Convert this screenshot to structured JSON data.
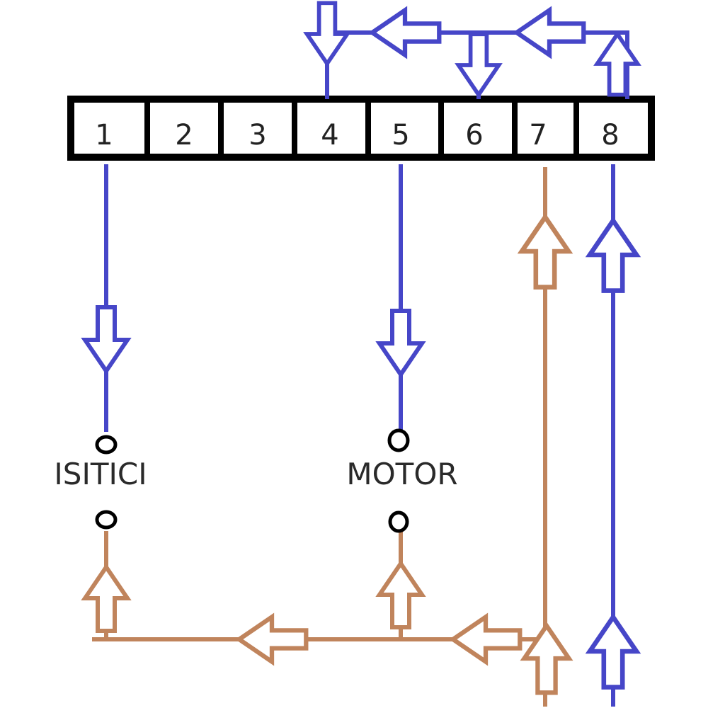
{
  "terminal_block": {
    "terminals": [
      "1",
      "2",
      "3",
      "4",
      "5",
      "6",
      "7",
      "8"
    ]
  },
  "devices": {
    "heater_label": "ISITICI",
    "motor_label": "MOTOR"
  },
  "colors": {
    "blue_wire": "#4646c8",
    "brown_wire": "#c0845c",
    "block_stroke": "#000000",
    "contact_stroke": "#000000"
  }
}
